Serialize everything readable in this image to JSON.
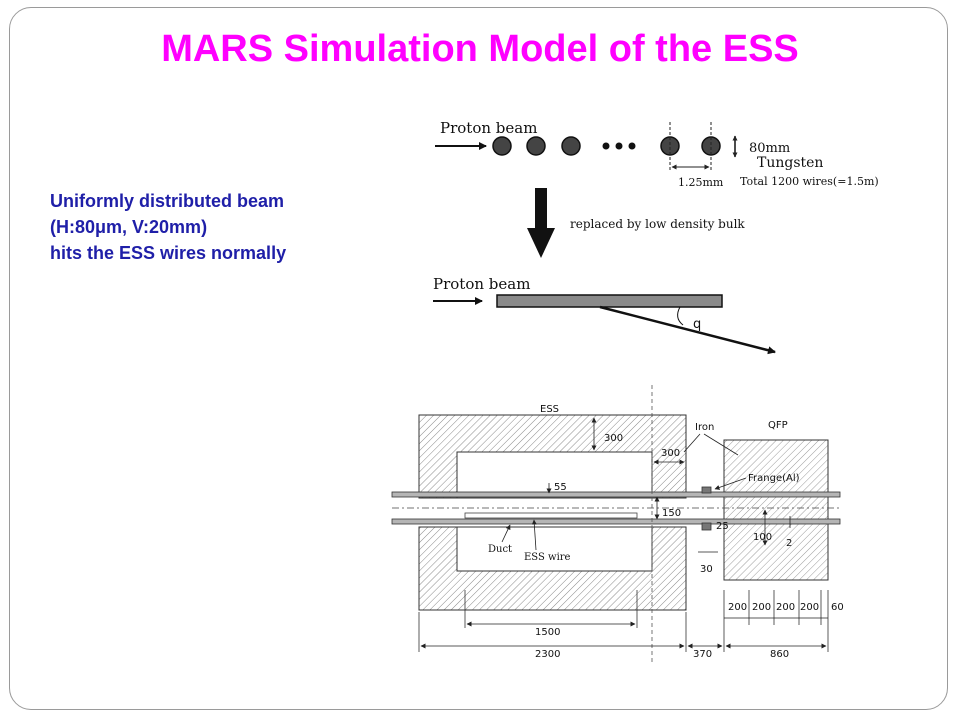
{
  "slide": {
    "title": "MARS Simulation Model of the ESS",
    "description": [
      "Uniformly distributed beam",
      "(H:80μm, V:20mm)",
      "hits the ESS wires normally"
    ]
  },
  "top_diagram": {
    "proton_beam_label": "Proton beam",
    "height_label": "80mm",
    "material_label": "Tungsten",
    "spacing_label": "1.25mm",
    "total_label": "Total 1200 wires(=1.5m)",
    "replace_label": "replaced by low density bulk",
    "proton_beam_label_2": "Proton beam",
    "angle_label": "q"
  },
  "bottom_diagram": {
    "ess_label": "ESS",
    "qfp_label": "QFP",
    "iron_label": "Iron",
    "frange_label": "Frange(Al)",
    "duct_label": "Duct",
    "ess_wire_label": "ESS wire",
    "dims": {
      "d300a": "300",
      "d300b": "300",
      "d55": "55",
      "d150": "150",
      "d25": "25",
      "d100": "100",
      "d2": "2",
      "d30": "30",
      "d200_1": "200",
      "d200_2": "200",
      "d200_3": "200",
      "d200_4": "200",
      "d60": "60",
      "d1500": "1500",
      "d2300": "2300",
      "d370": "370",
      "d860": "860"
    }
  },
  "colors": {
    "title": "#ff00ff",
    "description": "#1f1fa8"
  }
}
